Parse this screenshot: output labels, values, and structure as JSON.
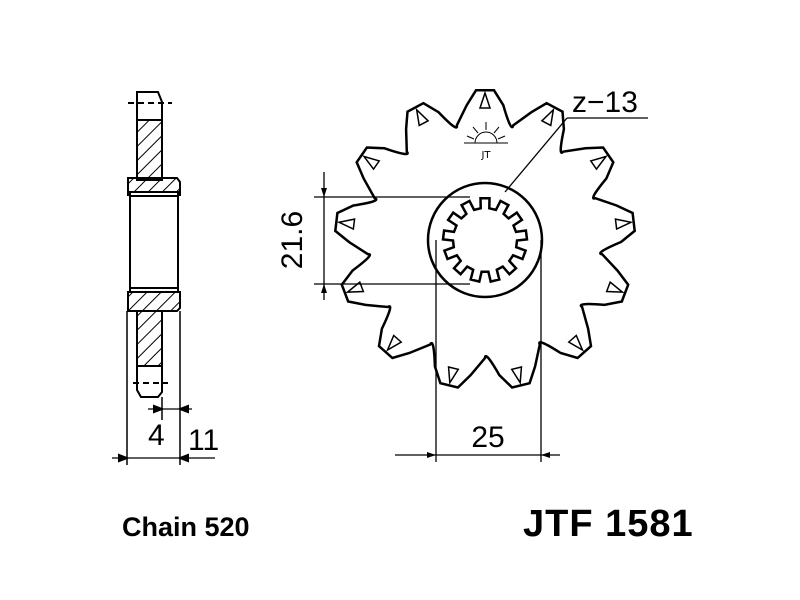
{
  "teeth_label": "z−13",
  "teeth_count": 13,
  "dimensions": {
    "spline_diameter": "21.6",
    "bore_width": "25",
    "hub_offset": "4",
    "total_width": "11"
  },
  "chain_label": "Chain 520",
  "part_number": "JTF 1581",
  "logo_text": "JT"
}
